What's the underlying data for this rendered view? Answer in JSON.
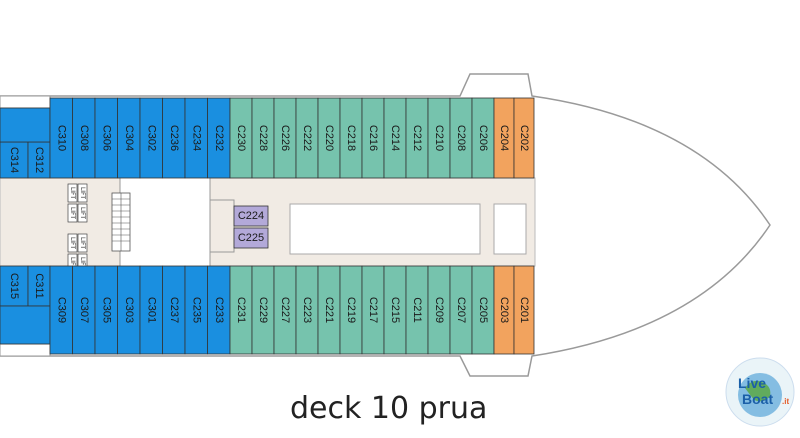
{
  "caption": "deck 10 prua",
  "colors": {
    "blue": "#1a8fe0",
    "green": "#76c3ad",
    "orange": "#f2a35e",
    "purple": "#b3a9d9",
    "corridor": "#f1ebe4",
    "hull": "#ffffff"
  },
  "icons": [
    "lift-icon",
    "stairs-icon",
    "logo-icon"
  ],
  "lift_label": "LIFT",
  "logo": {
    "line1": "Live",
    "line2": "Boat",
    "suffix": ".it"
  },
  "cabins": {
    "top_left_partial": [
      "C314",
      "C312"
    ],
    "top_blue": [
      "C310",
      "C308",
      "C306",
      "C304",
      "C302",
      "C236",
      "C234",
      "C232"
    ],
    "top_green": [
      "C230",
      "C228",
      "C226",
      "C222",
      "C220",
      "C218",
      "C216",
      "C214",
      "C212",
      "C210",
      "C208",
      "C206"
    ],
    "top_orange": [
      "C204",
      "C202"
    ],
    "bottom_left_partial": [
      "C315",
      "C311"
    ],
    "bottom_blue": [
      "C309",
      "C307",
      "C305",
      "C303",
      "C301",
      "C237",
      "C235",
      "C233"
    ],
    "bottom_green": [
      "C231",
      "C229",
      "C227",
      "C223",
      "C221",
      "C219",
      "C217",
      "C215",
      "C211",
      "C209",
      "C207",
      "C205"
    ],
    "bottom_orange": [
      "C203",
      "C201"
    ],
    "center": [
      "C224",
      "C225"
    ]
  }
}
